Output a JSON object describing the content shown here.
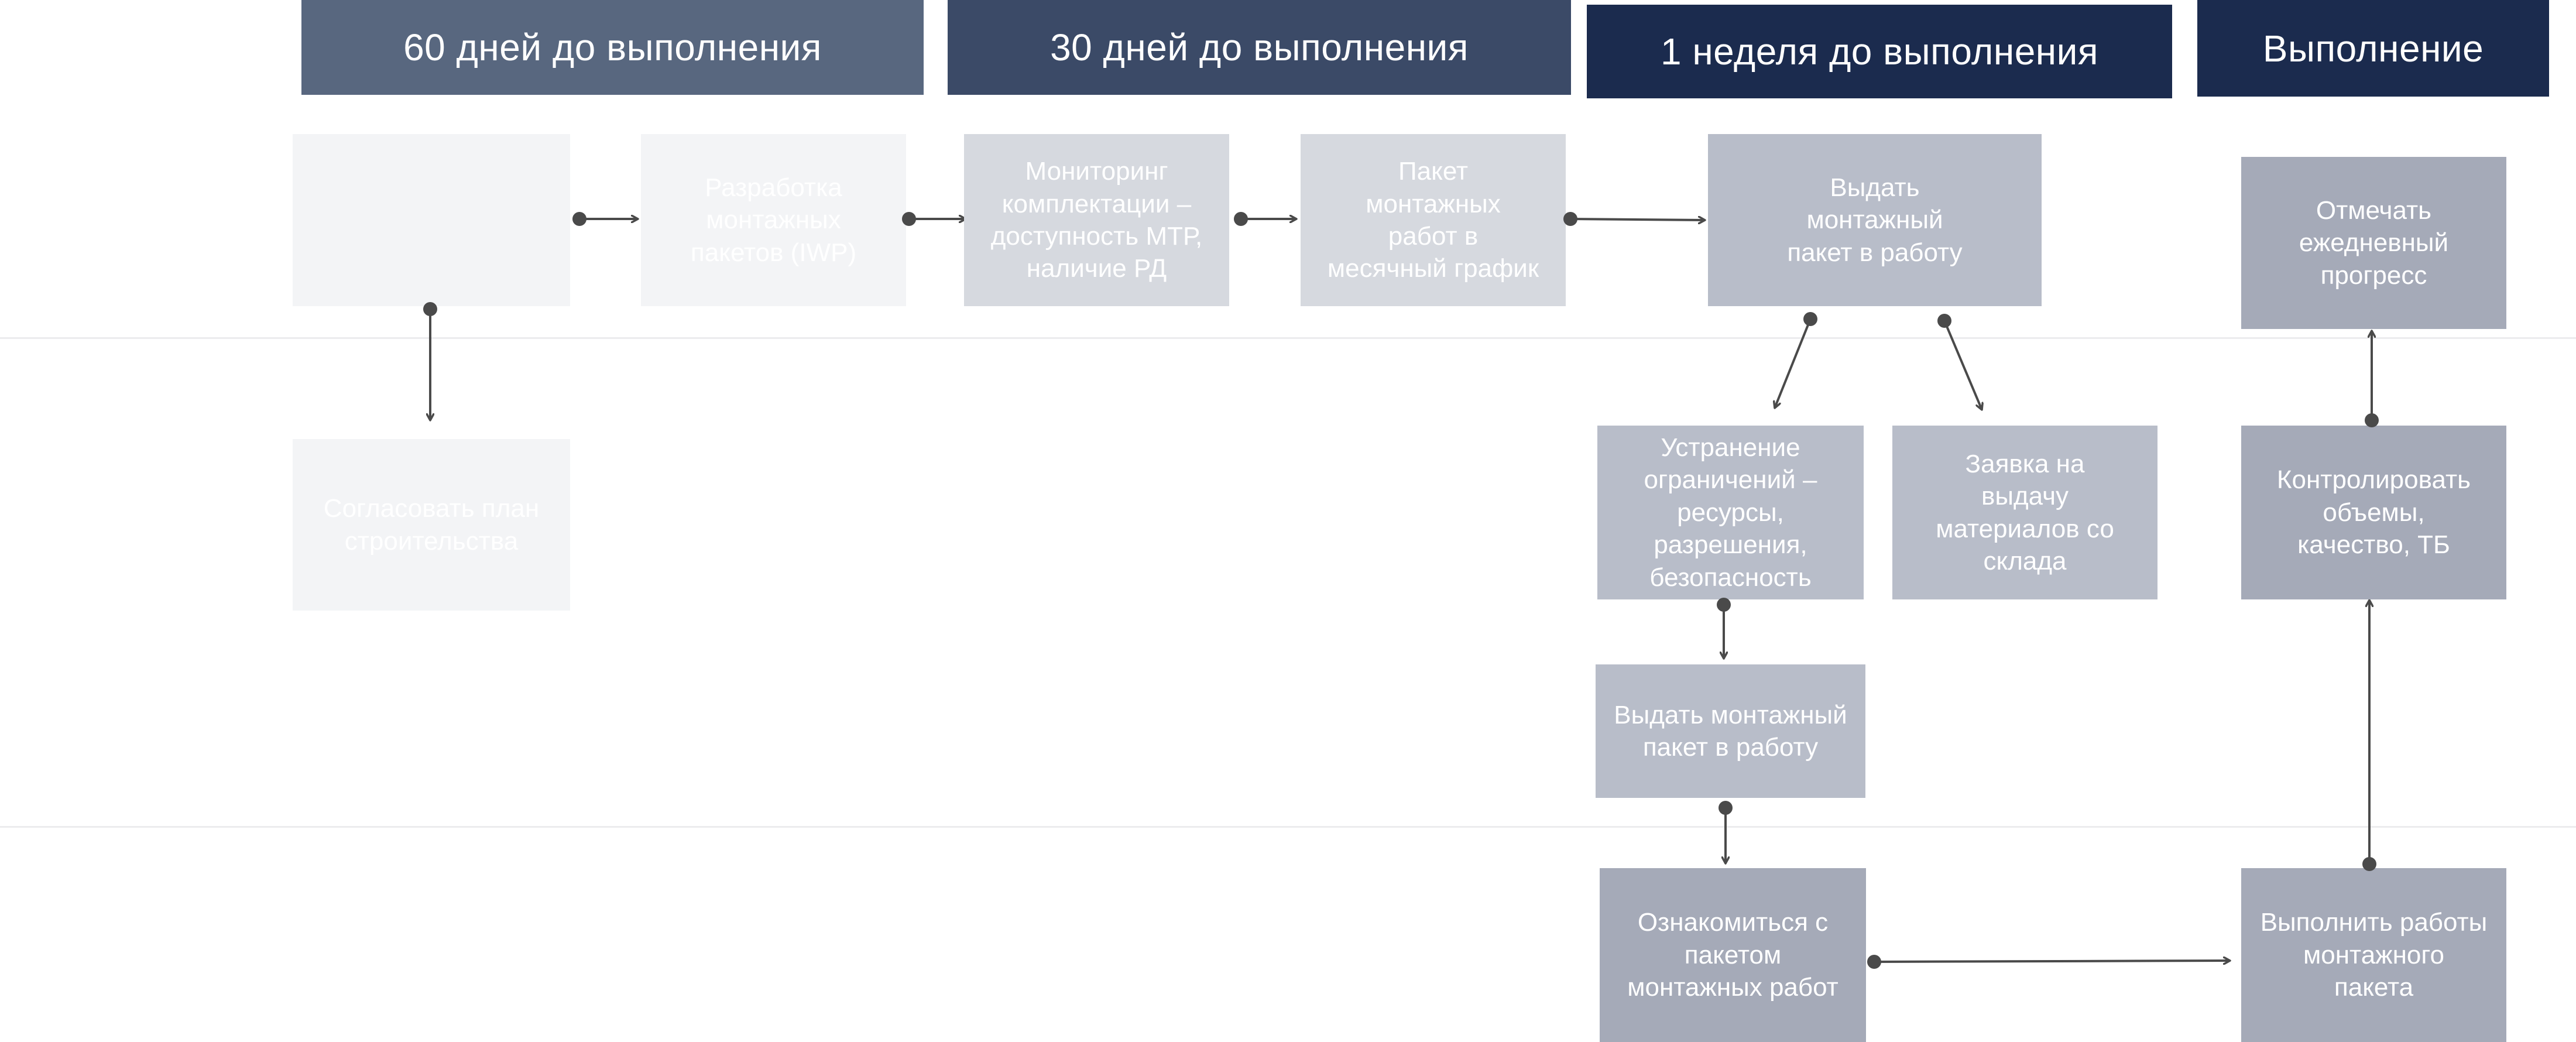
{
  "headers": {
    "h60": "60 дней до выполнения",
    "h30": "30 дней до выполнения",
    "hweek": "1 неделя до выполнения",
    "hexec": "Выполнение"
  },
  "nodes": {
    "n1": "",
    "n2": "Разработка\nмонтажных\nпакетов (IWP)",
    "n3": "Мониторинг\nкомплектации –\nдоступность МТР,\nналичие РД",
    "n4": "Пакет\nмонтажных\nработ в\nмесячный график",
    "n5": "Выдать\nмонтажный\nпакет в работу",
    "n6": "Согласовать план\nстроительства",
    "n7": "Устранение\nограничений –\nресурсы,\nразрешения,\nбезопасность",
    "n8": "Заявка на\nвыдачу\nматериалов со\nсклада",
    "n9": "Выдать монтажный\nпакет в работу",
    "n10": "Ознакомиться с\nпакетом\nмонтажных работ",
    "n11": "Отмечать\nежедневный\nпрогресс",
    "n12": "Контролировать\nобъемы,\nкачество, ТБ",
    "n13": "Выполнить работы\nмонтажного\nпакета"
  },
  "colors": {
    "header_60": "#58677f",
    "header_30": "#3b4a67",
    "header_week": "#1b2b4e",
    "header_exec": "#1b2b4e",
    "stage_60": "#f3f4f6",
    "stage_30": "#d6d9df",
    "stage_week": "#b8bdc9",
    "stage_exec": "#a5aab8",
    "arrow": "#4a4a4a"
  }
}
